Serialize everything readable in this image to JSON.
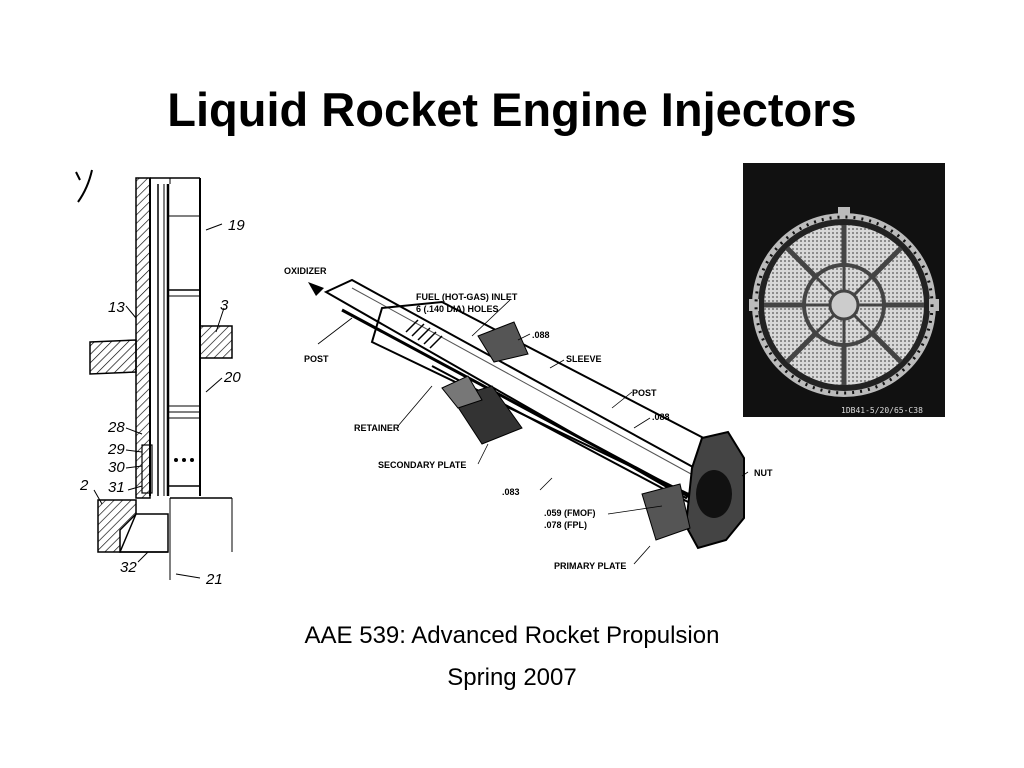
{
  "slide": {
    "title": "Liquid Rocket Engine Injectors",
    "course": "AAE 539: Advanced Rocket Propulsion",
    "term": "Spring 2007"
  },
  "figure_left": {
    "labels": [
      "19",
      "13",
      "3",
      "20",
      "28",
      "29",
      "30",
      "2",
      "31",
      "32",
      "21"
    ]
  },
  "figure_middle": {
    "labels": {
      "oxidizer": "OXIDIZER",
      "fuel_inlet_1": "FUEL (HOT-GAS) INLET",
      "fuel_inlet_2": "6 (.140 DIA) HOLES",
      "dim_088_a": ".088",
      "post_a": "POST",
      "sleeve": "SLEEVE",
      "post_b": "POST",
      "dim_088_b": ".088",
      "retainer": "RETAINER",
      "secondary_plate": "SECONDARY PLATE",
      "nut": "NUT",
      "dim_083": ".083",
      "dim_059": ".059 (FMOF)",
      "dim_078": ".078 (FPL)",
      "primary_plate": "PRIMARY PLATE"
    }
  },
  "figure_right": {
    "caption": "1DB41-5/20/65-C38"
  }
}
